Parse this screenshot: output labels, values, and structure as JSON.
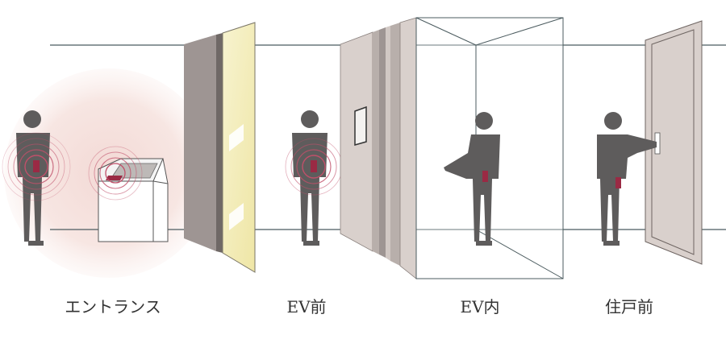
{
  "captions": {
    "entrance": "エントランス",
    "ev_front": "EV前",
    "ev_inside": "EV内",
    "door_front": "住戸前"
  },
  "colors": {
    "figure": "#5e5c5c",
    "tag": "#9a2a44",
    "signal_ring": "#c0506a",
    "glow": "#f1d6d3",
    "wall_line": "#4b5b5f",
    "door_dark": "#9e9593",
    "door_light": "#d9d0cc",
    "glass_yellow": "#f2ecb8"
  }
}
